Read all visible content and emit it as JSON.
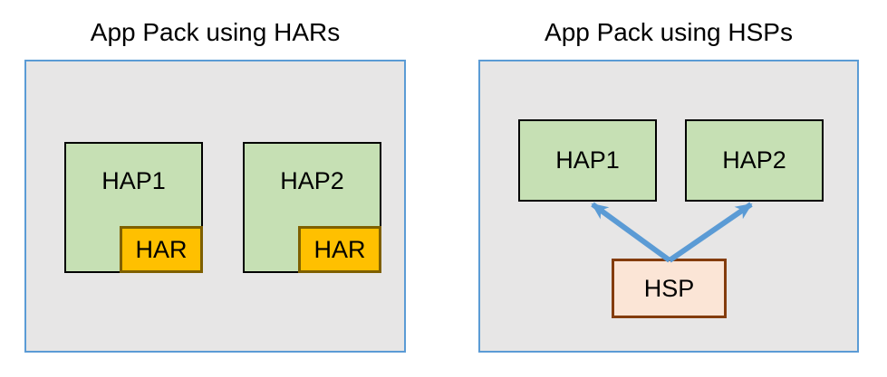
{
  "colors": {
    "title_text": "#000000",
    "panel_fill": "#e7e6e6",
    "panel_border": "#5b9bd5",
    "hap_fill": "#c6e0b4",
    "hap_border": "#000000",
    "har_fill": "#ffc000",
    "har_border": "#7f6000",
    "hsp_fill": "#fbe5d6",
    "hsp_border": "#843c0c",
    "arrow": "#5b9bd5"
  },
  "left_panel": {
    "title": "App Pack using HARs",
    "haps": [
      {
        "label": "HAP1",
        "har_label": "HAR"
      },
      {
        "label": "HAP2",
        "har_label": "HAR"
      }
    ]
  },
  "right_panel": {
    "title": "App Pack using HSPs",
    "haps": [
      {
        "label": "HAP1"
      },
      {
        "label": "HAP2"
      }
    ],
    "hsp_label": "HSP"
  }
}
